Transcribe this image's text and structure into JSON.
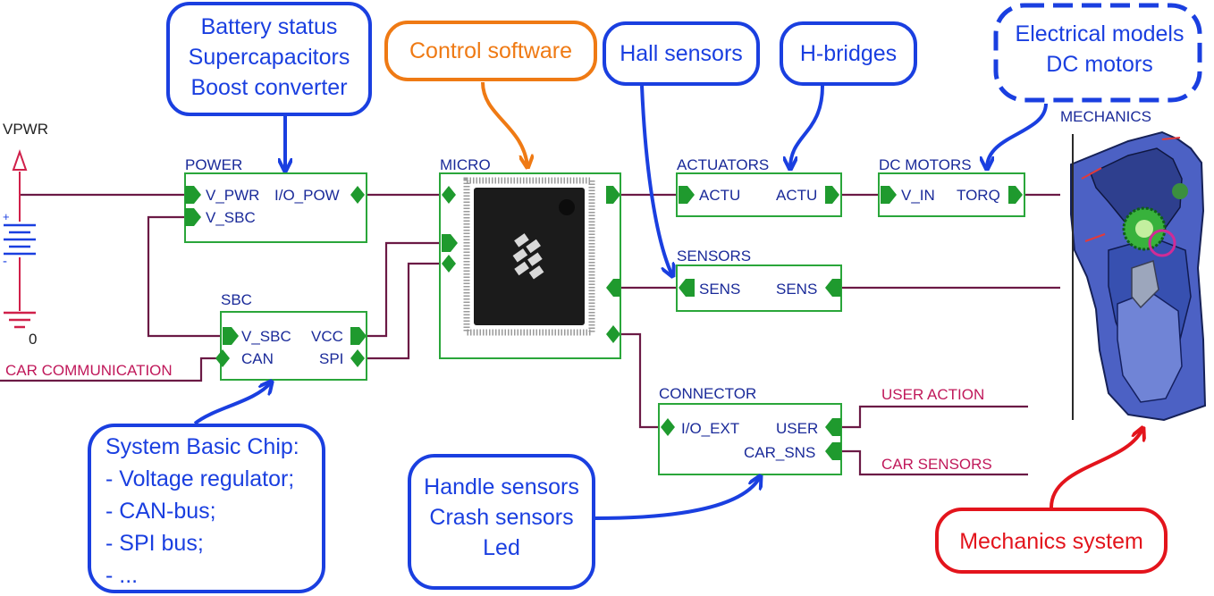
{
  "callouts": {
    "power": [
      "Battery status",
      "Supercapacitors",
      "Boost converter"
    ],
    "software": "Control software",
    "hall": "Hall sensors",
    "hbridges": "H-bridges",
    "motor_models": [
      "Electrical models",
      "DC motors"
    ],
    "sbc": [
      "System Basic Chip:",
      "- Voltage regulator;",
      "- CAN-bus;",
      "- SPI bus;",
      "- ..."
    ],
    "handle": [
      "Handle sensors",
      "Crash sensors",
      "Led"
    ],
    "mechanics": "Mechanics system"
  },
  "supply": {
    "vpwr": "VPWR",
    "ground": "0",
    "plus": "+",
    "minus": "-"
  },
  "blocks": {
    "power": {
      "title": "POWER",
      "ports": [
        "V_PWR",
        "I/O_POW",
        "V_SBC"
      ]
    },
    "micro": {
      "title": "MICRO"
    },
    "sbc": {
      "title": "SBC",
      "ports": [
        "V_SBC",
        "VCC",
        "CAN",
        "SPI"
      ]
    },
    "actuators": {
      "title": "ACTUATORS",
      "ports": [
        "ACTU",
        "ACTU"
      ]
    },
    "dc_motors": {
      "title": "DC MOTORS",
      "ports": [
        "V_IN",
        "TORQ"
      ]
    },
    "sensors": {
      "title": "SENSORS",
      "ports": [
        "SENS",
        "SENS"
      ]
    },
    "connector": {
      "title": "CONNECTOR",
      "ports": [
        "I/O_EXT",
        "USER",
        "CAR_SNS"
      ]
    },
    "mechanics": {
      "title": "MECHANICS"
    }
  },
  "signals": {
    "car_comm": "CAR COMMUNICATION",
    "user_action": "USER ACTION",
    "car_sensors": "CAR SENSORS"
  },
  "colors": {
    "callout_blue": "#1a3fe0",
    "callout_orange": "#ef7a14",
    "callout_red": "#e3141c",
    "block_border": "#2aa63a",
    "pin": "#1f9a2e",
    "wire": "#6b1a45",
    "signal_text": "#c0185a",
    "block_text": "#1a2a99"
  }
}
